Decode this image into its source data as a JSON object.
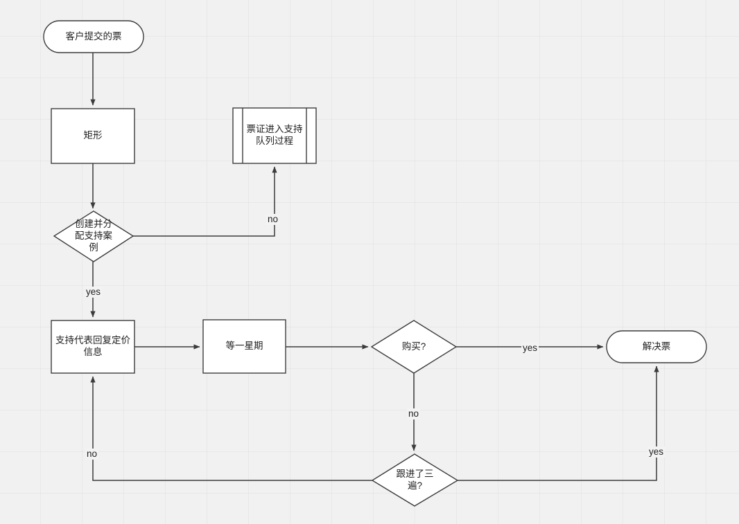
{
  "diagram": {
    "type": "flowchart",
    "background_color": "#f1f1f1",
    "shape_fill": "#ffffff",
    "stroke_color": "#3b3b3b",
    "text_color": "#1f1f1f",
    "nodes": [
      {
        "id": "start",
        "shape": "terminator",
        "label": "客户提交的票"
      },
      {
        "id": "rect",
        "shape": "process",
        "label": "矩形"
      },
      {
        "id": "queue",
        "shape": "predefined-process",
        "label": "票证进入支持\n队列过程"
      },
      {
        "id": "assign",
        "shape": "decision",
        "label": "创建并分\n配支持案\n例"
      },
      {
        "id": "reply",
        "shape": "process",
        "label": "支持代表回复定价\n信息"
      },
      {
        "id": "wait",
        "shape": "process",
        "label": "等一星期"
      },
      {
        "id": "purchase",
        "shape": "decision",
        "label": "购买?"
      },
      {
        "id": "resolved",
        "shape": "terminator",
        "label": "解决票"
      },
      {
        "id": "followup",
        "shape": "decision",
        "label": "跟进了三\n遍?"
      }
    ],
    "edges": [
      {
        "from": "start",
        "to": "rect",
        "label": ""
      },
      {
        "from": "rect",
        "to": "assign",
        "label": ""
      },
      {
        "from": "assign",
        "to": "queue",
        "label": "no"
      },
      {
        "from": "assign",
        "to": "reply",
        "label": "yes"
      },
      {
        "from": "reply",
        "to": "wait",
        "label": ""
      },
      {
        "from": "wait",
        "to": "purchase",
        "label": ""
      },
      {
        "from": "purchase",
        "to": "resolved",
        "label": "yes"
      },
      {
        "from": "purchase",
        "to": "followup",
        "label": "no"
      },
      {
        "from": "followup",
        "to": "resolved",
        "label": "yes"
      },
      {
        "from": "followup",
        "to": "reply",
        "label": "no"
      }
    ]
  }
}
